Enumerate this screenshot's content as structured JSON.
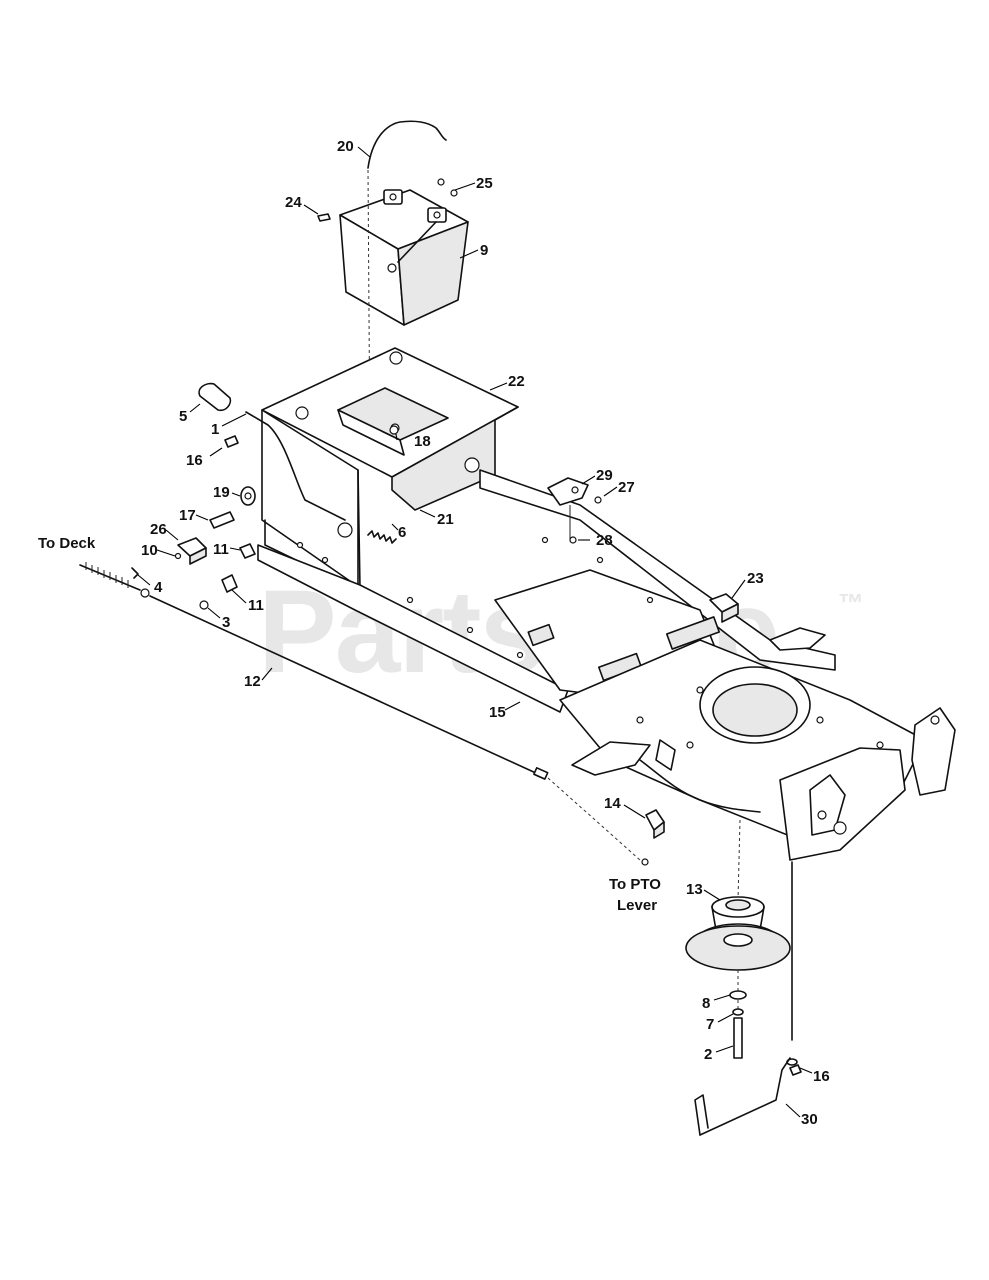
{
  "watermark": {
    "text": "PartsTree",
    "trademark": "™"
  },
  "notes": {
    "to_deck": "To Deck",
    "to_pto_line1": "To PTO",
    "to_pto_line2": "Lever"
  },
  "callouts": [
    {
      "id": "c20",
      "label": "20"
    },
    {
      "id": "c25",
      "label": "25"
    },
    {
      "id": "c24",
      "label": "24"
    },
    {
      "id": "c9",
      "label": "9"
    },
    {
      "id": "c22",
      "label": "22"
    },
    {
      "id": "c5",
      "label": "5"
    },
    {
      "id": "c1",
      "label": "1"
    },
    {
      "id": "c18",
      "label": "18"
    },
    {
      "id": "c16a",
      "label": "16"
    },
    {
      "id": "c29",
      "label": "29"
    },
    {
      "id": "c27",
      "label": "27"
    },
    {
      "id": "c19",
      "label": "19"
    },
    {
      "id": "c21",
      "label": "21"
    },
    {
      "id": "c17",
      "label": "17"
    },
    {
      "id": "c6",
      "label": "6"
    },
    {
      "id": "c28",
      "label": "28"
    },
    {
      "id": "c26",
      "label": "26"
    },
    {
      "id": "c10",
      "label": "10"
    },
    {
      "id": "c11a",
      "label": "11"
    },
    {
      "id": "c4",
      "label": "4"
    },
    {
      "id": "c11b",
      "label": "11"
    },
    {
      "id": "c23",
      "label": "23"
    },
    {
      "id": "c3",
      "label": "3"
    },
    {
      "id": "c12",
      "label": "12"
    },
    {
      "id": "c15",
      "label": "15"
    },
    {
      "id": "c14",
      "label": "14"
    },
    {
      "id": "c13",
      "label": "13"
    },
    {
      "id": "c8",
      "label": "8"
    },
    {
      "id": "c7",
      "label": "7"
    },
    {
      "id": "c2",
      "label": "2"
    },
    {
      "id": "c16b",
      "label": "16"
    },
    {
      "id": "c30",
      "label": "30"
    }
  ]
}
